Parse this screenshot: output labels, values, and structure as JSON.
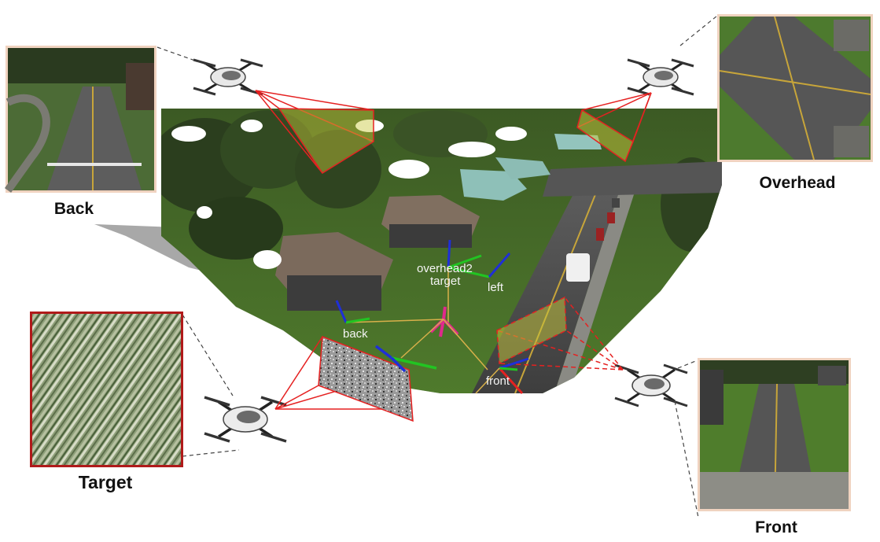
{
  "views": {
    "back": {
      "caption": "Back"
    },
    "overhead": {
      "caption": "Overhead"
    },
    "target": {
      "caption": "Target"
    },
    "front": {
      "caption": "Front"
    }
  },
  "scene_labels": {
    "overhead2": "overhead2",
    "target": "target",
    "left": "left",
    "back": "back",
    "front": "front"
  },
  "colors": {
    "frustum": "#e52121",
    "frustum_fill": "#c8c83a",
    "axis_x": "#1f2fd8",
    "axis_y": "#22c422",
    "axis_target": "#e0288c",
    "photo_border": "#f0d3c0",
    "target_border": "#b01a1a"
  }
}
